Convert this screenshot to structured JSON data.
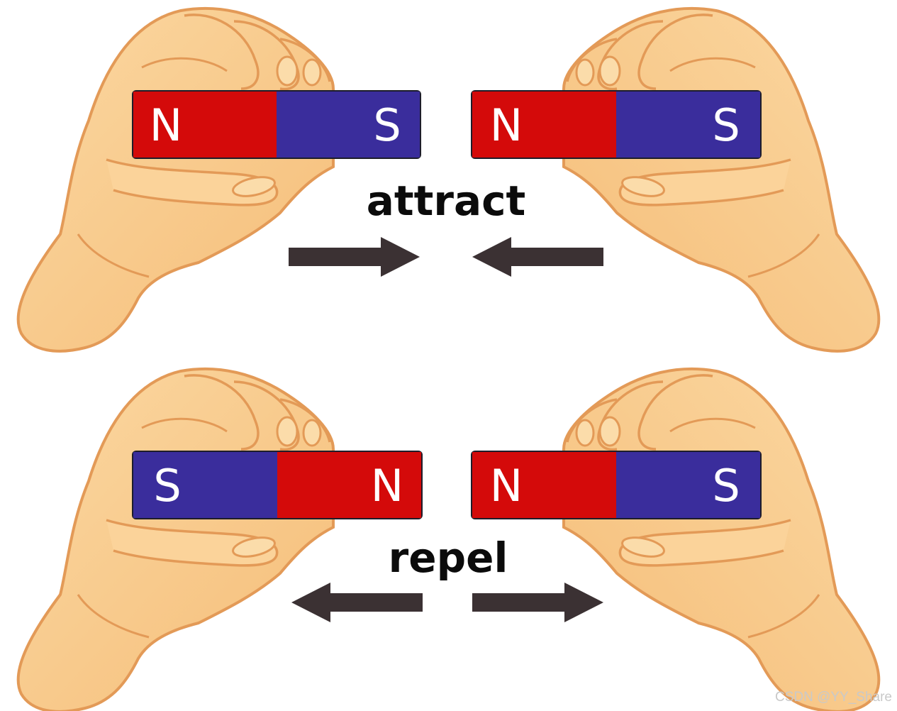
{
  "colors": {
    "north": "#d40a0a",
    "south": "#3a2d9c",
    "skin": "#f9cc8e",
    "skin_outline": "#e39a57",
    "arrow": "#3b3133",
    "text": "#0b0b0b"
  },
  "attract": {
    "label": "attract",
    "left_magnet": {
      "left_pole": "N",
      "right_pole": "S"
    },
    "right_magnet": {
      "left_pole": "N",
      "right_pole": "S"
    },
    "arrows": "toward-center"
  },
  "repel": {
    "label": "repel",
    "left_magnet": {
      "left_pole": "S",
      "right_pole": "N"
    },
    "right_magnet": {
      "left_pole": "N",
      "right_pole": "S"
    },
    "arrows": "away-from-center"
  },
  "watermark": "CSDN @YY_Share"
}
